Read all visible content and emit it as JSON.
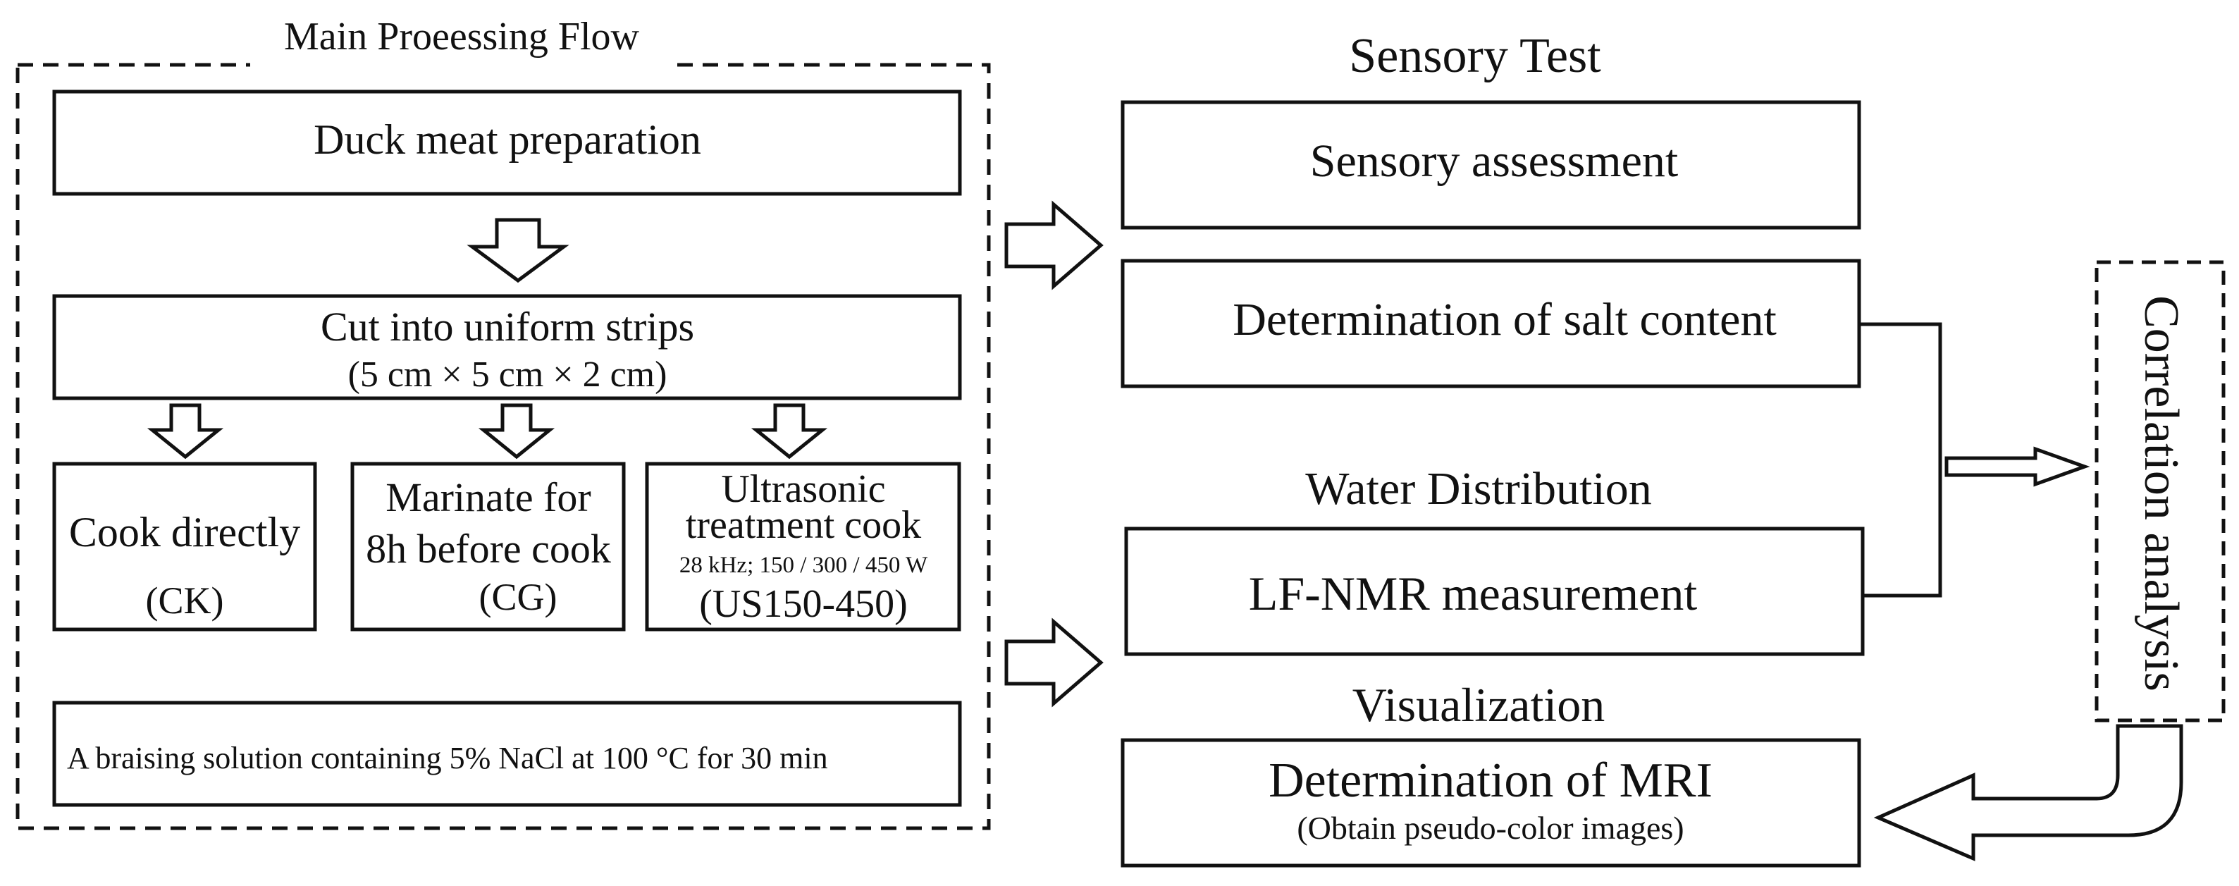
{
  "flow": {
    "title": "Main Proeessing Flow",
    "step1": "Duck meat preparation",
    "step2_line1": "Cut into uniform strips",
    "step2_line2": "(5 cm × 5 cm × 2 cm)",
    "ck": {
      "label": "Cook directly",
      "code": "(CK)"
    },
    "cg": {
      "line1": "Marinate for",
      "line2": "8h before cook",
      "code": "(CG)"
    },
    "us": {
      "line1": "Ultrasonic",
      "line2": "treatment cook",
      "params": "28 kHz; 150 / 300 / 450 W",
      "code": "(US150-450)"
    },
    "braise": "A braising solution containing 5% NaCl at 100 °C for 30 min"
  },
  "sensory": {
    "title": "Sensory Test",
    "assessment": "Sensory assessment",
    "salt": "Determination of salt content"
  },
  "water": {
    "title": "Water Distribution",
    "nmr": "LF-NMR measurement"
  },
  "visualization": {
    "title": "Visualization",
    "mri_line1": "Determination of MRI",
    "mri_line2": "(Obtain pseudo-color images)"
  },
  "correlation": {
    "label": "Correlation analysis"
  }
}
